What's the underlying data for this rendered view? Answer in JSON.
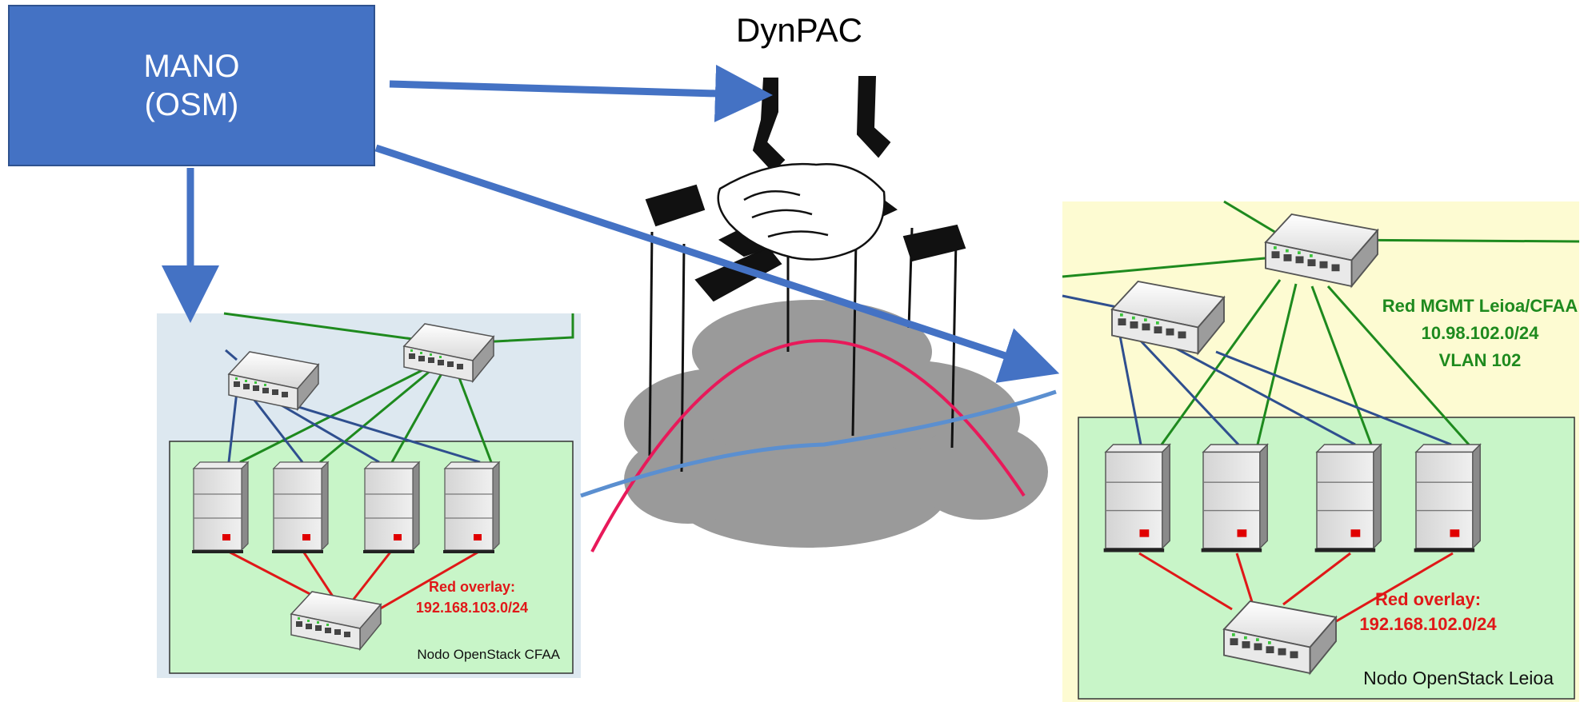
{
  "mano": {
    "line1": "MANO",
    "line2": "(OSM)"
  },
  "dynpac": {
    "title": "DynPAC"
  },
  "left_site": {
    "overlay_label": "Red overlay:",
    "overlay_net": "192.168.103.0/24",
    "node_label": "Nodo OpenStack CFAA"
  },
  "right_site": {
    "mgmt_label": "Red MGMT Leioa/CFAA",
    "mgmt_net": "10.98.102.0/24",
    "mgmt_vlan": "VLAN 102",
    "overlay_label": "Red overlay:",
    "overlay_net": "192.168.102.0/24",
    "node_label": "Nodo OpenStack Leioa"
  },
  "colors": {
    "arrow": "#4472c4",
    "mgmt_link": "#1e8a1e",
    "data_link": "#2f4f8f",
    "overlay_link": "#e01818",
    "left_bg": "#dde8f0",
    "right_bg": "#fdfbd2",
    "node_bg": "#c8f5c8",
    "cloud": "#9a9a9a"
  }
}
